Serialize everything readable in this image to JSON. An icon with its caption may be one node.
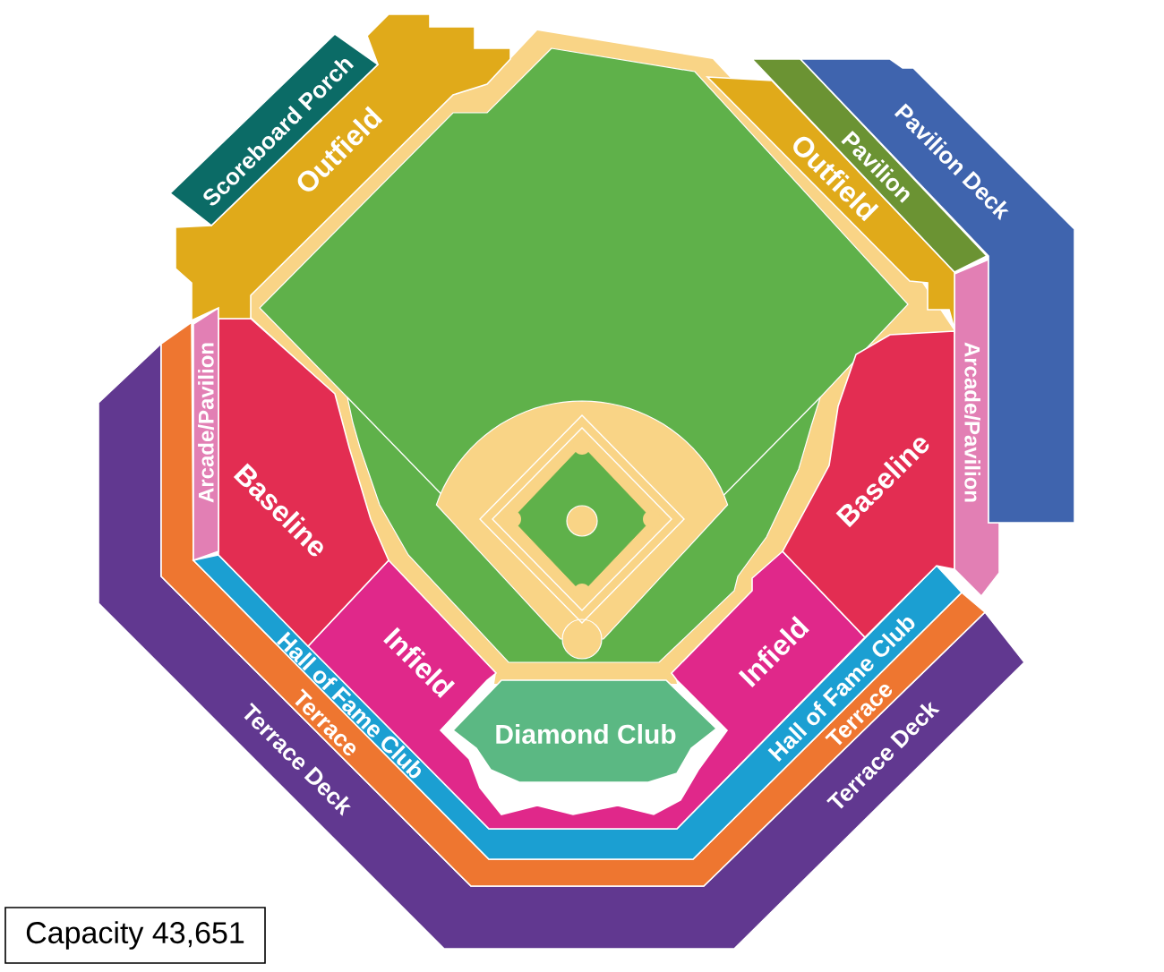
{
  "diagram": {
    "nodes": [
      {
        "text": [
          "Scoreboard Porch"
        ]
      },
      {
        "text": [
          "Outfield"
        ]
      },
      {
        "text": [
          "Outfield"
        ]
      },
      {
        "text": [
          "Pavilion"
        ]
      },
      {
        "text": [
          "Pavilion Deck"
        ]
      },
      {
        "text": [
          "Arcade/Pavilion"
        ]
      },
      {
        "text": [
          "Arcade/Pavilion"
        ]
      },
      {
        "text": [
          "Baseline"
        ]
      },
      {
        "text": [
          "Baseline"
        ]
      },
      {
        "text": [
          "Infield",
          "Infield"
        ]
      },
      {
        "text": [
          "Diamond Club"
        ]
      },
      {
        "text": [
          "Hall of Fame Club",
          "Hall of Fame Club"
        ]
      },
      {
        "text": [
          "Terrace",
          "Terrace"
        ]
      },
      {
        "text": [
          "Terrace Deck",
          "Terrace Deck"
        ]
      },
      {
        "text": [
          "Capacity 43,651"
        ]
      }
    ]
  }
}
